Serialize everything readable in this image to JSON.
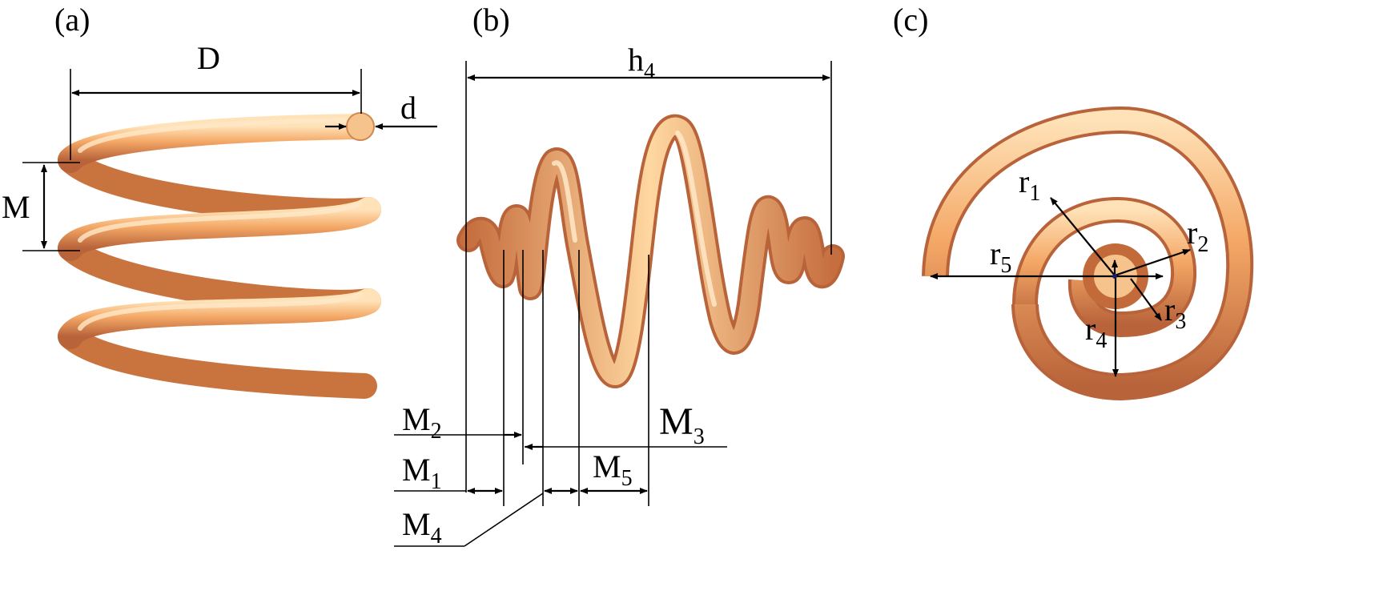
{
  "panels": {
    "a": {
      "tag": "(a)",
      "labels": {
        "diameter": "D",
        "wire_diameter": "d",
        "pitch": "M"
      }
    },
    "b": {
      "tag": "(b)",
      "labels": {
        "height": "h",
        "height_sub": "4",
        "m1": "M",
        "m1_sub": "1",
        "m2": "M",
        "m2_sub": "2",
        "m3": "M",
        "m3_sub": "3",
        "m4": "M",
        "m4_sub": "4",
        "m5": "M",
        "m5_sub": "5"
      }
    },
    "c": {
      "tag": "(c)",
      "labels": {
        "r1": "r",
        "r1_sub": "1",
        "r2": "r",
        "r2_sub": "2",
        "r3": "r",
        "r3_sub": "3",
        "r4": "r",
        "r4_sub": "4",
        "r5": "r",
        "r5_sub": "5"
      }
    }
  },
  "colors": {
    "coil_light": "#ffd39a",
    "coil_mid": "#f2a563",
    "coil_dark": "#c26a3a",
    "wire_end": "#f6c38c",
    "annotation": "#000000"
  }
}
